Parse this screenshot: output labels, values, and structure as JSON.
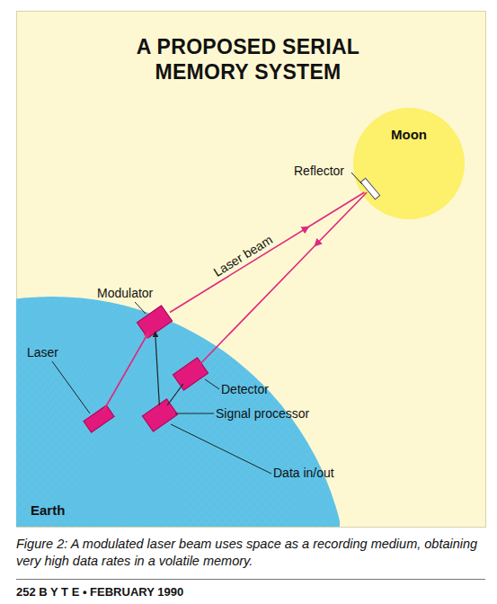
{
  "diagram": {
    "title": "A PROPOSED SERIAL MEMORY SYSTEM",
    "caption": "Figure 2: A modulated laser beam uses space as a recording medium, obtaining very high data rates in a volatile memory.",
    "nodes": [
      {
        "text": [
          "Moon"
        ]
      },
      {
        "text": [
          "Reflector"
        ],
        "in": 0
      },
      {
        "text": [
          "Earth"
        ]
      },
      {
        "text": [
          "Laser"
        ],
        "in": 2
      },
      {
        "text": [
          "Modulator"
        ],
        "in": 2
      },
      {
        "text": [
          "Detector"
        ],
        "in": 2
      },
      {
        "text": [
          "Signal processor"
        ],
        "in": 2
      }
    ],
    "edges": [
      {
        "from": 3,
        "to": 4,
        "arrow": "to"
      },
      {
        "from": 4,
        "to": 1,
        "label": "Laser beam",
        "arrow": "to"
      },
      {
        "from": 1,
        "to": 5,
        "arrow": "to"
      },
      {
        "from": 6,
        "to": 4,
        "arrow": "to"
      },
      {
        "from": 5,
        "to": 6,
        "arrow": "none"
      }
    ],
    "labels": [
      "Data in/out",
      "252 B Y T E • FEBRUARY 1990"
    ]
  }
}
